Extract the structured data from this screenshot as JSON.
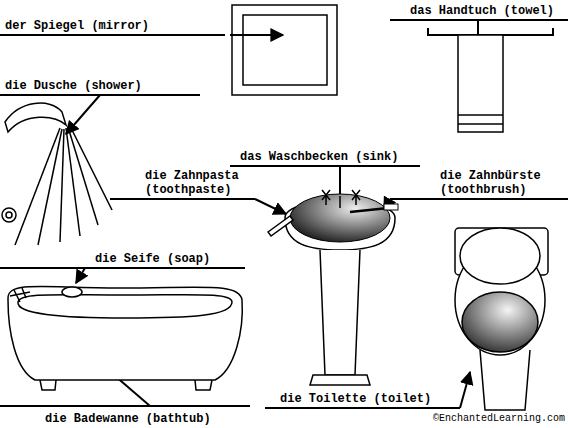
{
  "diagram": {
    "labels": [
      "der Spiegel (mirror)",
      "das Handtuch (towel)",
      "die Dusche (shower)",
      "das Waschbecken (sink)",
      "die Zahnpasta (toothpaste)",
      "die Zahnbürste (toothbrush)",
      "die Seife (soap)",
      "die Badewanne (bathtub)",
      "die Toilette (toilet)",
      "©EnchantedLearning.com"
    ]
  }
}
